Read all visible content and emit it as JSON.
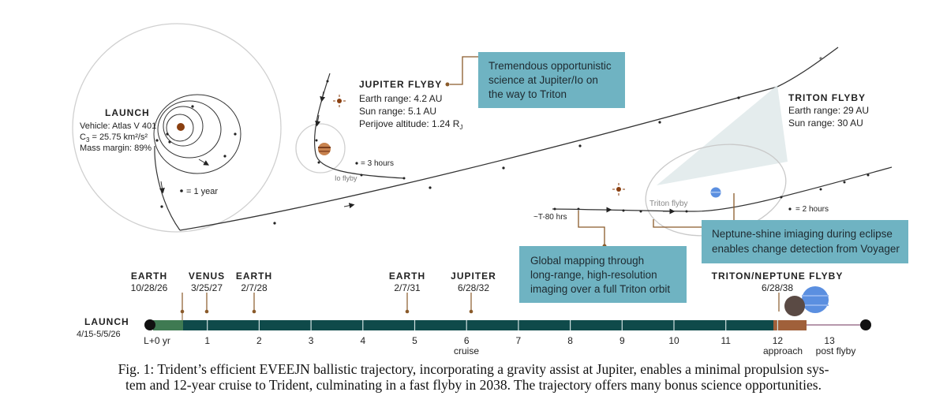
{
  "launch_info": {
    "title": "LAUNCH",
    "vehicle": "Vehicle: Atlas V 401",
    "c3_prefix": "C",
    "c3_sub": "3",
    "c3_value": " = 25.75 km²/s²",
    "mass_margin": "Mass margin: 89%",
    "year_legend": "= 1 year"
  },
  "jupiter_info": {
    "title": "JUPITER FLYBY",
    "earth_range": "Earth range: 4.2 AU",
    "sun_range": "Sun range: 5.1 AU",
    "perijove_prefix": "Perijove altitude: 1.24 R",
    "perijove_sub": "J",
    "hours_legend": "= 3 hours",
    "io_label": "Io flyby"
  },
  "triton_info": {
    "title": "TRITON FLYBY",
    "earth_range": "Earth range: 29 AU",
    "sun_range": "Sun range: 30 AU",
    "hours_legend": "= 2 hours",
    "triton_label": "Triton flyby",
    "t_minus": "~T-80 hrs"
  },
  "callouts": {
    "jupiter_science": [
      "Tremendous opportunistic",
      "science at Jupiter/Io on",
      "the way to Triton"
    ],
    "global_mapping": [
      "Global mapping through",
      "long-range, high-resolution",
      "imaging over a full Triton orbit"
    ],
    "neptune_shine": [
      "Neptune-shine imiaging during eclipse",
      "enables change detection from Voyager"
    ]
  },
  "timeline": {
    "launch_label": "LAUNCH",
    "launch_date": "4/15-5/5/26",
    "events": [
      {
        "name": "EARTH",
        "date": "10/28/26"
      },
      {
        "name": "VENUS",
        "date": "3/25/27"
      },
      {
        "name": "EARTH",
        "date": "2/7/28"
      },
      {
        "name": "EARTH",
        "date": "2/7/31"
      },
      {
        "name": "JUPITER",
        "date": "6/28/32"
      },
      {
        "name": "TRITON/NEPTUNE FLYBY",
        "date": "6/28/38"
      }
    ],
    "ticks": [
      "L+0  yr",
      "1",
      "2",
      "3",
      "4",
      "5",
      "6",
      "7",
      "8",
      "9",
      "10",
      "11",
      "12",
      "13"
    ],
    "phase_labels": {
      "cruise": "cruise",
      "approach": "approach",
      "post_flyby": "post flyby"
    }
  },
  "caption": {
    "line1": "Fig. 1: Trident’s efficient EVEEJN ballistic trajectory, incorporating a gravity assist at Jupiter, enables a minimal propulsion sys-",
    "line2": "tem and 12-year cruise to Trident, culminating in a fast flyby in 2038.  The trajectory offers many bonus science opportunities."
  },
  "colors": {
    "bar": "#0f4a4a",
    "bar_approach": "#a0603a",
    "callout_fill": "#6fb3c2",
    "leader": "#8a5a2a"
  }
}
